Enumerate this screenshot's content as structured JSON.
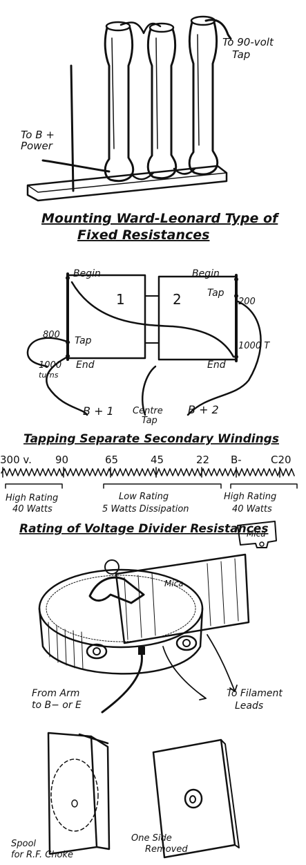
{
  "resistors": {
    "label_90v": [
      "To 90-volt",
      "Tap"
    ],
    "label_bplus": [
      "To B +",
      "Power"
    ],
    "caption": [
      "Mounting Ward-Leonard Type of",
      "Fixed Resistances"
    ]
  },
  "windings": {
    "coil1": "1",
    "coil2": "2",
    "left_begin": "Begin",
    "right_begin": "Begin",
    "left_tap": "Tap",
    "right_tap": "Tap",
    "left_end": "End",
    "right_end": "End",
    "n800": "800",
    "n200": "200",
    "n1000t": "1000 T",
    "n1000_turns": [
      "1000",
      "turns"
    ],
    "b1": "B + 1",
    "b2": "B + 2",
    "centre_tap": [
      "Centre",
      "Tap"
    ],
    "caption": "Tapping Separate Secondary Windings"
  },
  "divider": {
    "taps": [
      "300 v.",
      "90",
      "65",
      "45",
      "22",
      "B-",
      "C20"
    ],
    "left_rating": [
      "High Rating",
      "40 Watts"
    ],
    "mid_rating": [
      "Low Rating",
      "5 Watts Dissipation"
    ],
    "right_rating": [
      "High Rating",
      "40 Watts"
    ],
    "caption": "Rating of Voltage Divider Resistances"
  },
  "rheostat": {
    "mica_tag": "Mica",
    "mica_label": "Mica",
    "from_arm": [
      "From Arm",
      "to B− or E"
    ],
    "to_filament": [
      "To Filament",
      "Leads"
    ]
  },
  "choke": {
    "spool_label": [
      "Spool",
      "for R.F. Choke"
    ],
    "removed_label": [
      "One Side",
      "Removed"
    ]
  }
}
